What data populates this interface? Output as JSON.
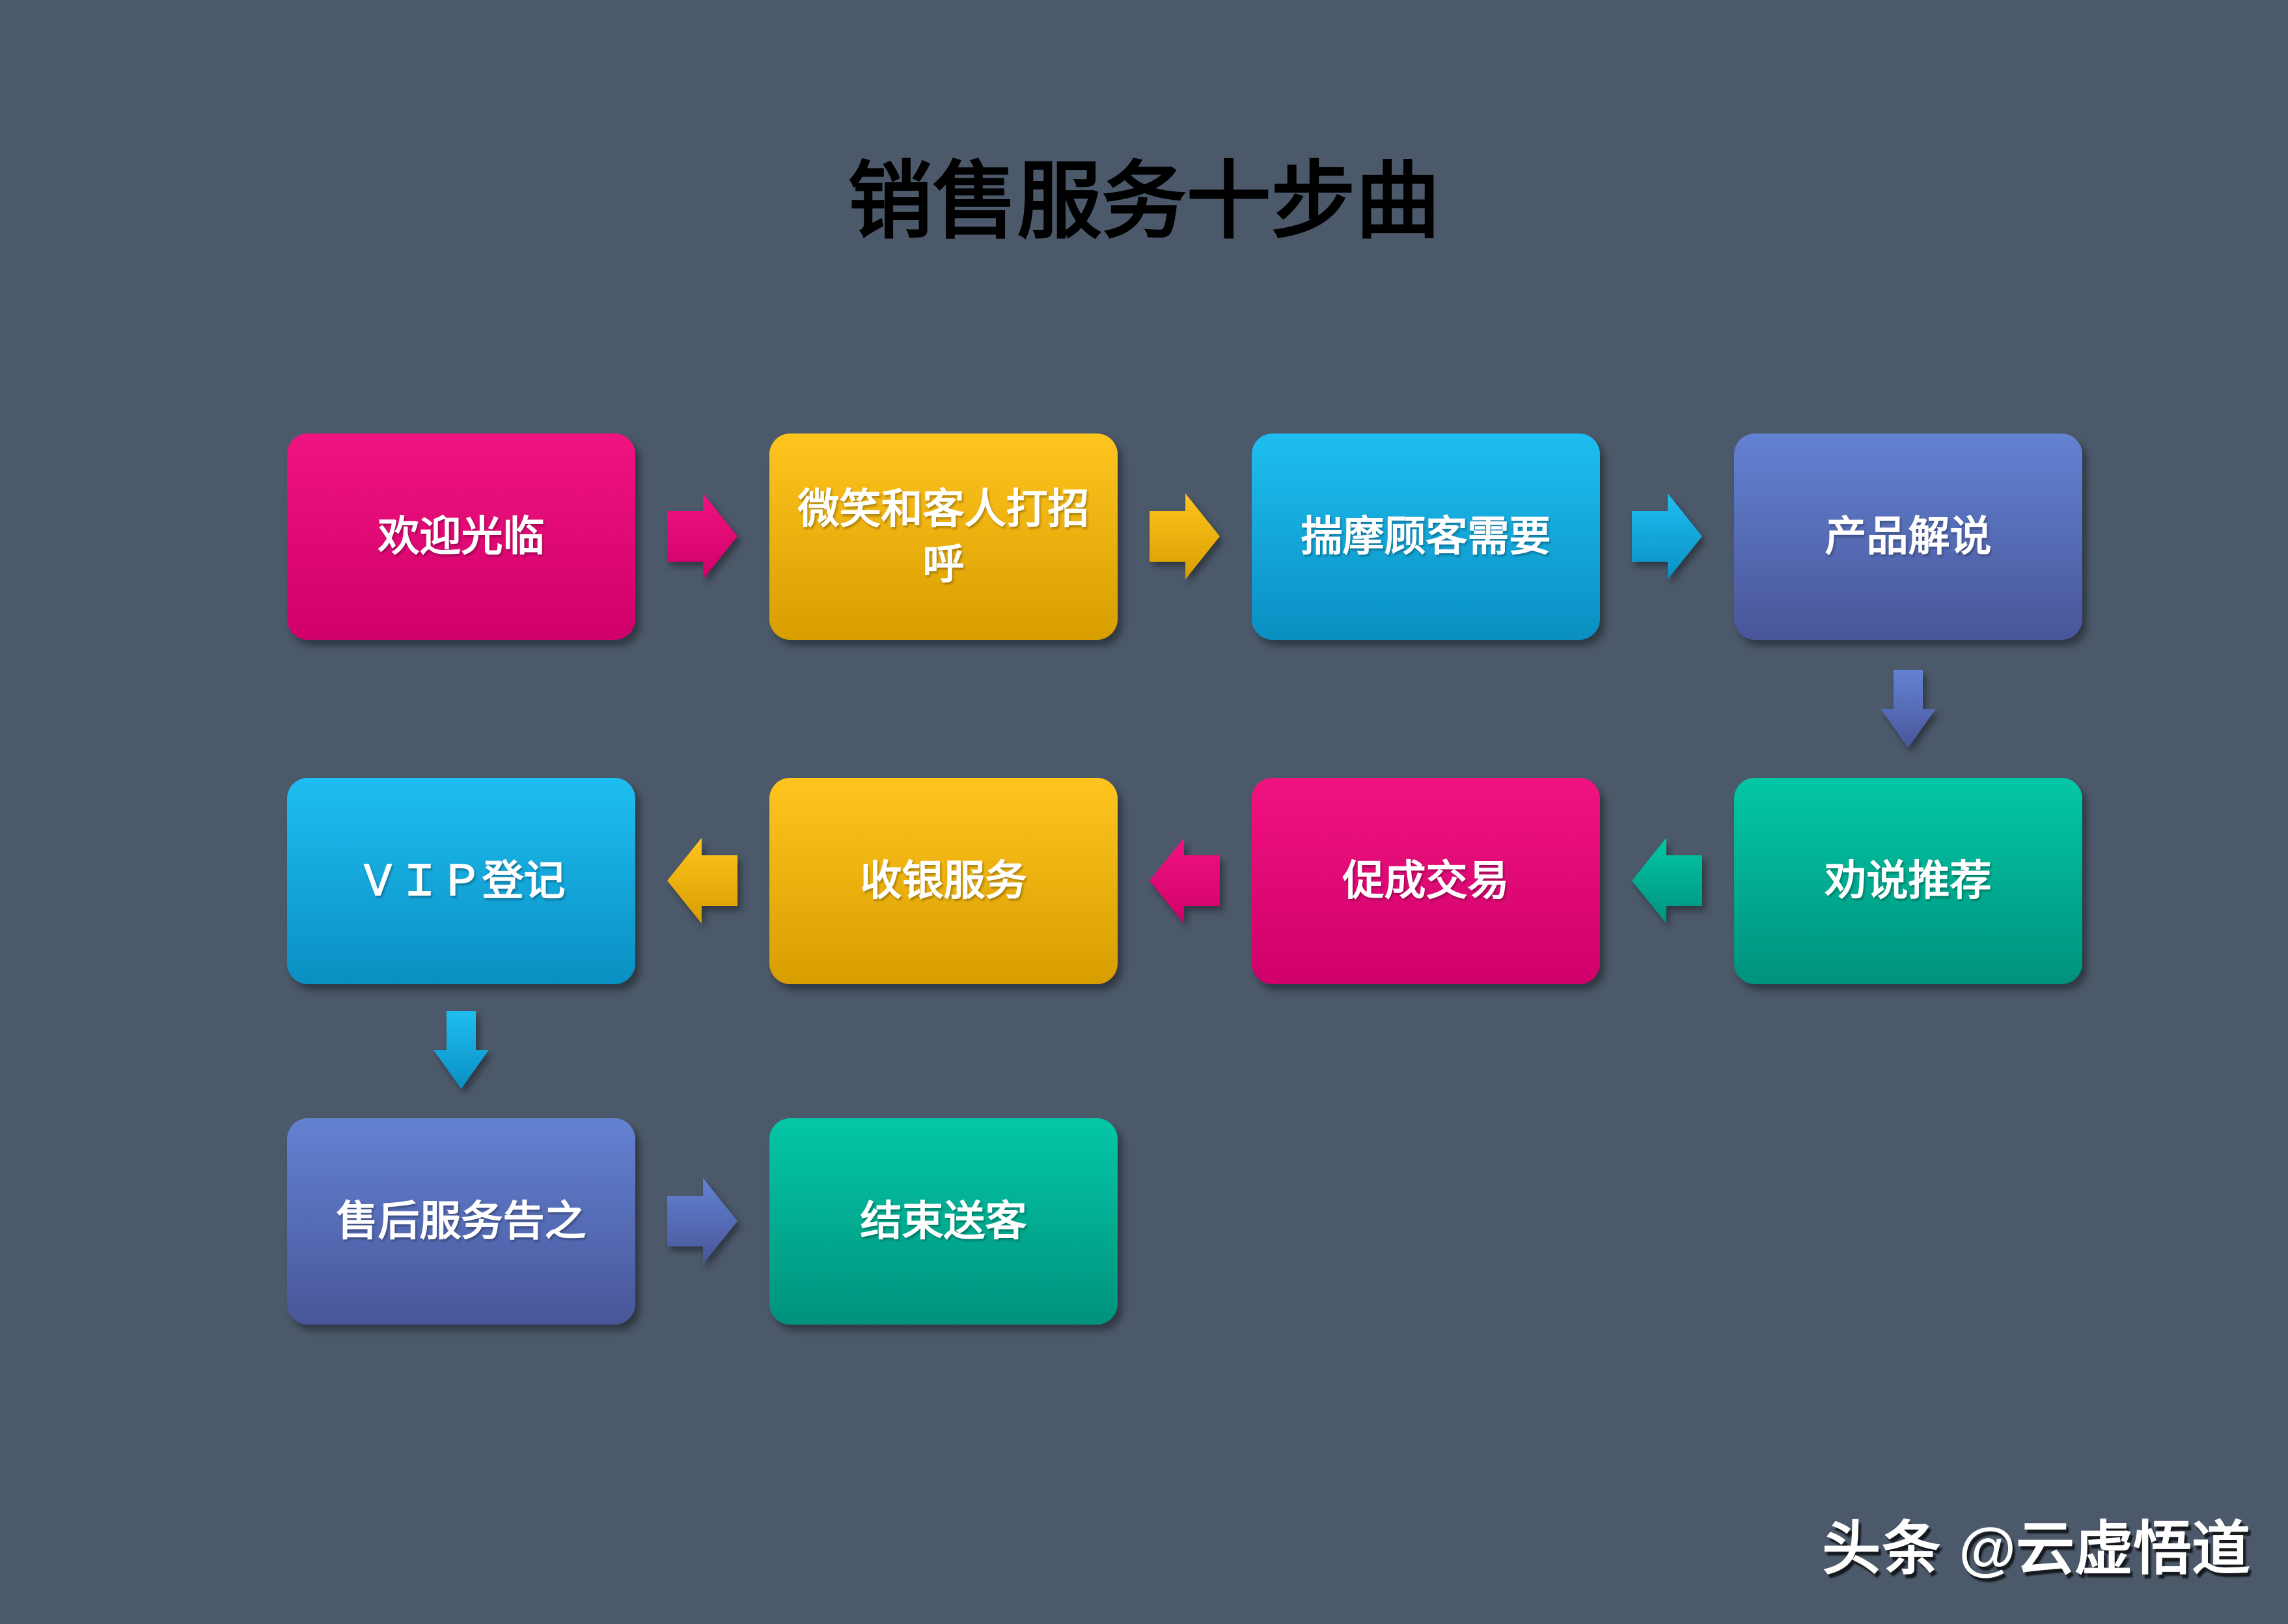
{
  "title": "销售服务十步曲",
  "watermark": {
    "brand": "头条",
    "handle": "@云虚悟道"
  },
  "palette": {
    "background": "#4C596A",
    "title_color": "#000000",
    "box_text_color": "#FFFFFF",
    "pink_top": "#F01380",
    "pink_bottom": "#D0006A",
    "gold_top": "#FFC41E",
    "gold_bottom": "#D89E00",
    "cyan_top": "#1FBEF0",
    "cyan_bottom": "#0A8FC2",
    "indigo_top": "#6382D2",
    "indigo_bottom": "#485699",
    "teal_top": "#03C7A6",
    "teal_bottom": "#00927D"
  },
  "flow": {
    "steps": [
      {
        "id": 1,
        "label": "欢迎光临",
        "color": "pink"
      },
      {
        "id": 2,
        "label": "微笑和客人打招呼",
        "color": "gold"
      },
      {
        "id": 3,
        "label": "揣摩顾客需要",
        "color": "cyan"
      },
      {
        "id": 4,
        "label": "产品解说",
        "color": "indigo"
      },
      {
        "id": 5,
        "label": "劝说推荐",
        "color": "teal"
      },
      {
        "id": 6,
        "label": "促成交易",
        "color": "pink"
      },
      {
        "id": 7,
        "label": "收银服务",
        "color": "gold"
      },
      {
        "id": 8,
        "label": "ＶＩＰ登记",
        "color": "cyan"
      },
      {
        "id": 9,
        "label": "售后服务告之",
        "color": "indigo"
      },
      {
        "id": 10,
        "label": "结束送客",
        "color": "teal"
      }
    ],
    "connectors": [
      {
        "from": "欢迎光临",
        "to": "微笑和客人打招呼",
        "direction": "right",
        "color": "pink"
      },
      {
        "from": "微笑和客人打招呼",
        "to": "揣摩顾客需要",
        "direction": "right",
        "color": "gold"
      },
      {
        "from": "揣摩顾客需要",
        "to": "产品解说",
        "direction": "right",
        "color": "cyan"
      },
      {
        "from": "产品解说",
        "to": "劝说推荐",
        "direction": "down",
        "color": "indigo"
      },
      {
        "from": "劝说推荐",
        "to": "促成交易",
        "direction": "left",
        "color": "teal"
      },
      {
        "from": "促成交易",
        "to": "收银服务",
        "direction": "left",
        "color": "pink"
      },
      {
        "from": "收银服务",
        "to": "ＶＩＰ登记",
        "direction": "left",
        "color": "gold"
      },
      {
        "from": "ＶＩＰ登记",
        "to": "售后服务告之",
        "direction": "down",
        "color": "cyan"
      },
      {
        "from": "售后服务告之",
        "to": "结束送客",
        "direction": "right",
        "color": "indigo"
      }
    ]
  }
}
